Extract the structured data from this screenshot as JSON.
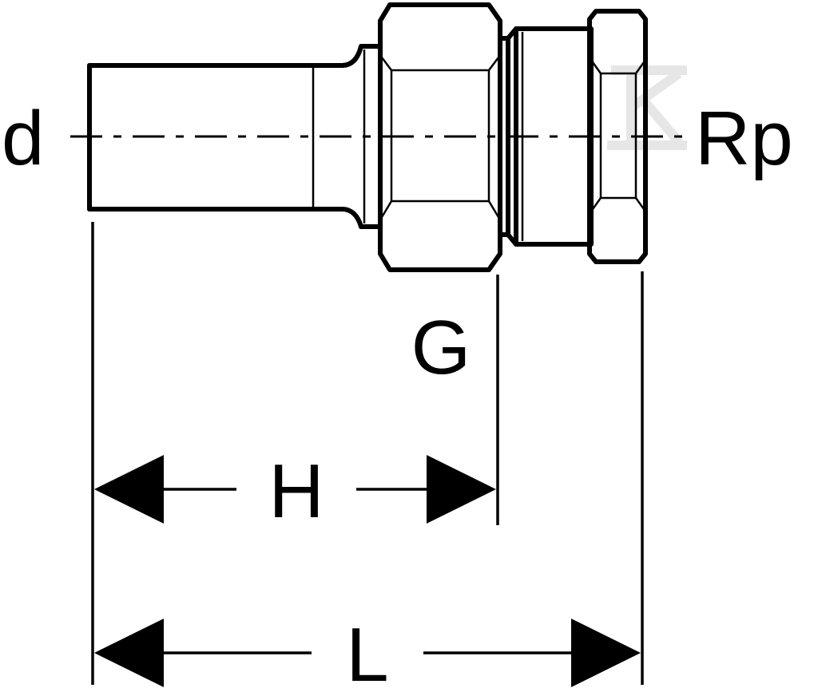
{
  "diagram": {
    "labels": {
      "d": "d",
      "rp": "Rp",
      "g": "G",
      "h": "H",
      "l": "L"
    },
    "colors": {
      "line": "#000000",
      "background": "#ffffff",
      "watermark": "#e6e6e6"
    }
  }
}
